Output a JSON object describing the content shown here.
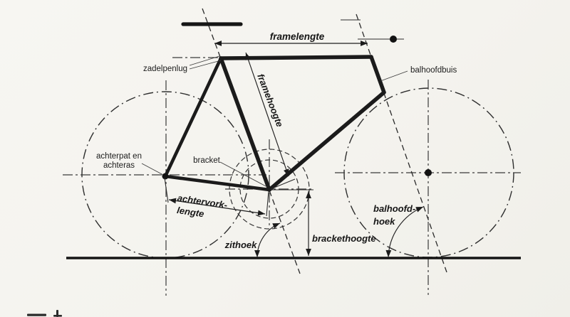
{
  "diagram": {
    "description": "Scanned technical line diagram of bicycle frame geometry with Dutch labels",
    "colors": {
      "paper": "#f5f4f0",
      "ink": "#1b1b1b",
      "thin_ink": "#2b2b2b"
    },
    "parts": {
      "zadelpenlug": "zadelpenlug",
      "balhoofdbuis": "balhoofdbuis",
      "achterpat_line1": "achterpat en",
      "achterpat_line2": "achteras",
      "bracket": "bracket"
    },
    "dimensions": {
      "framelengte": "framelengte",
      "framehoogte": "framehoogte",
      "achtervork_line1": "achtervork-",
      "achtervork_line2": "lengte",
      "zithoek": "zithoek",
      "brackethoogte": "brackethoogte",
      "balhoofdhoek_line1": "balhoofd-",
      "balhoofdhoek_line2": "hoek"
    }
  }
}
